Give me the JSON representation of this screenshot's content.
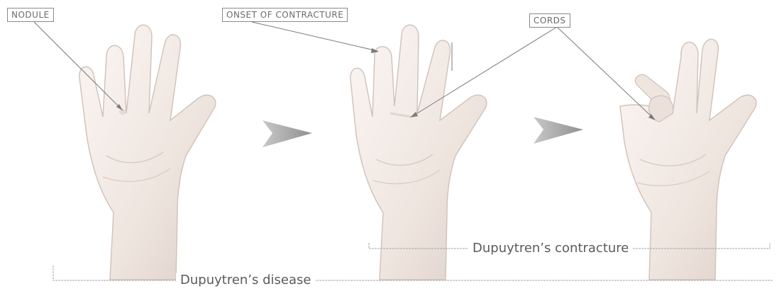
{
  "labels": {
    "nodule": "NODULE",
    "onset": "ONSET OF CONTRACTURE",
    "cords": "CORDS"
  },
  "brackets": {
    "contracture": "Dupuytren’s contracture",
    "disease": "Dupuytren’s disease"
  },
  "colors": {
    "skin": "#f3ebe6",
    "skin_shadow": "#d6c9c2",
    "arrow": "#9a9a9a",
    "leader": "#7a7a7a",
    "bracket": "#9a9a9a"
  }
}
